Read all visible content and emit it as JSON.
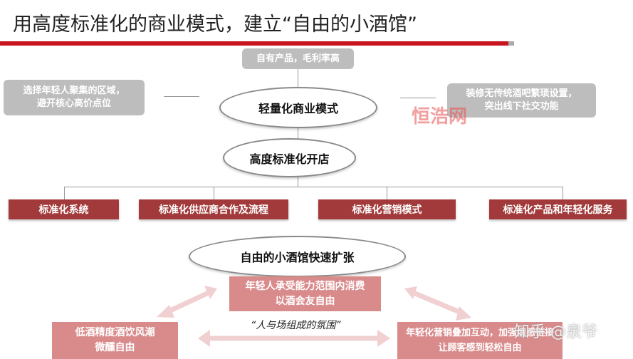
{
  "title": "用高度标准化的商业模式，建立“自由的小酒馆”",
  "top_box": "自有产品，毛利率高",
  "left_box": [
    "选择年轻人聚集的区域，",
    "避开核心高价点位"
  ],
  "right_box": [
    "装修无传统酒吧繁琐设置，",
    "突出线下社交功能"
  ],
  "ellipse1": "轻量化商业模式",
  "ellipse2": "高度标准化开店",
  "standards": [
    "标准化系统",
    "标准化供应商合作及流程",
    "标准化营销模式",
    "标准化产品和年轻化服务"
  ],
  "ellipse3": "自由的小酒馆快速扩张",
  "center_box": [
    "年轻人承受能力范围内消费",
    "以酒会友自由"
  ],
  "left_bottom_box": [
    "低酒精度酒饮风潮",
    "微醺自由"
  ],
  "right_bottom_box": [
    "年轻化营销叠加互动，加强情感链接",
    "让顾客感到轻松自由"
  ],
  "quote": "“人与场组成的氛围”",
  "watermark1": "恒浩网",
  "watermark2": "知乎 @泉爷"
}
